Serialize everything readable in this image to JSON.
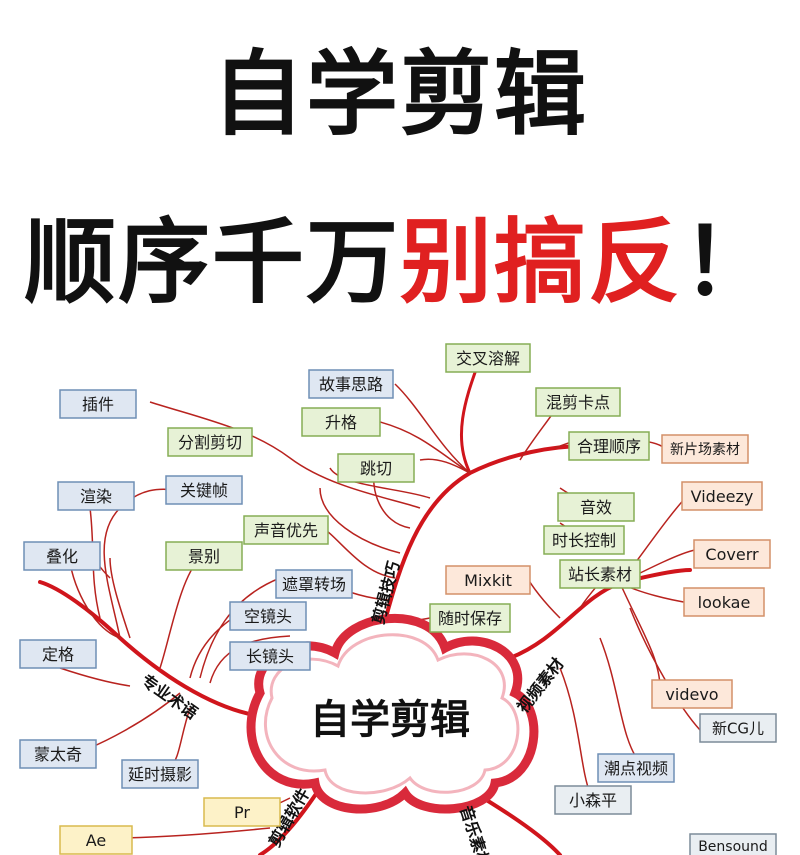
{
  "headline": {
    "line1": "自学剪辑",
    "line2_black": "顺序千万",
    "line2_red": "别搞反",
    "line2_end": "！"
  },
  "center": {
    "label": "自学剪辑"
  },
  "branches": {
    "skills": "剪辑技巧",
    "terms": "专业术语",
    "materials": "视频素材",
    "software": "剪辑软件",
    "music": "音乐素材"
  },
  "nodes": {
    "cross_dissolve": "交叉溶解",
    "story_thinking": "故事思路",
    "mix_beat": "混剪卡点",
    "plugin": "插件",
    "upgrade": "升格",
    "reasonable_order": "合理顺序",
    "new_scene_material": "新片场素材",
    "split_cut": "分割剪切",
    "jump_cut": "跳切",
    "render": "渲染",
    "keyframe": "关键帧",
    "sound_effect": "音效",
    "videezy": "Videezy",
    "sound_first": "声音优先",
    "duration_control": "时长控制",
    "overlay": "叠化",
    "shot_scale": "景别",
    "coverr": "Coverr",
    "mixkit": "Mixkit",
    "webmaster_material": "站长素材",
    "mask_transition": "遮罩转场",
    "lookae": "lookae",
    "empty_shot": "空镜头",
    "save_anytime": "随时保存",
    "freeze_frame": "定格",
    "long_take": "长镜头",
    "videvo": "videvo",
    "montage": "蒙太奇",
    "new_cg": "新CG儿",
    "timelapse": "延时摄影",
    "trend_video": "潮点视频",
    "pr": "Pr",
    "xiaosenping": "小森平",
    "ae": "Ae",
    "bensound": "Bensound"
  }
}
